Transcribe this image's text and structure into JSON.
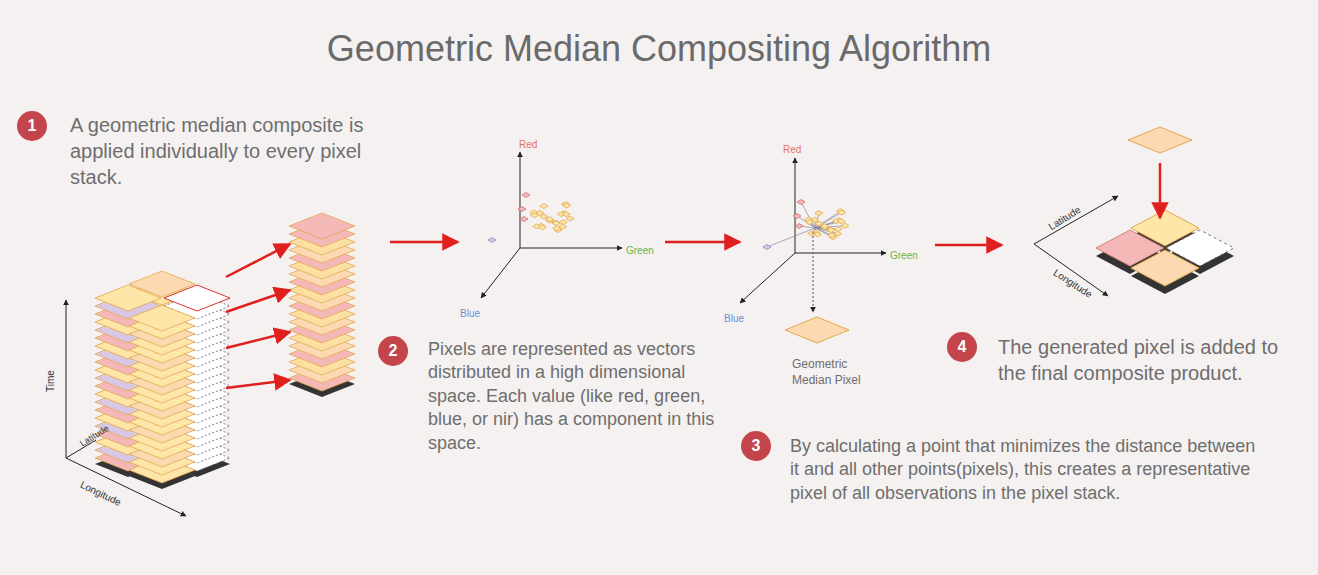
{
  "diagram": {
    "title": "Geometric Median Compositing Algorithm",
    "nodes": [
      {
        "text": [
          "1"
        ]
      },
      {
        "text": [
          "2"
        ]
      },
      {
        "text": [
          "3"
        ]
      },
      {
        "text": [
          "4"
        ]
      }
    ],
    "labels": [
      "A geometric median composite is applied individually to every pixel stack.",
      "Time",
      "Latitude",
      "Longitude",
      "Red",
      "Green",
      "Blue",
      "Pixels are represented as vectors distributed in a high dimensional space. Each value (like red, green, blue, or nir) has a component in this space.",
      "Red",
      "Green",
      "Blue",
      "Geometric Median Pixel",
      "By calculating a point that minimizes the distance between it and all other points(pixels), this creates a representative pixel of all observations in the pixel stack.",
      "Latitude",
      "Longitude",
      "The generated pixel is added to the final composite product."
    ]
  }
}
